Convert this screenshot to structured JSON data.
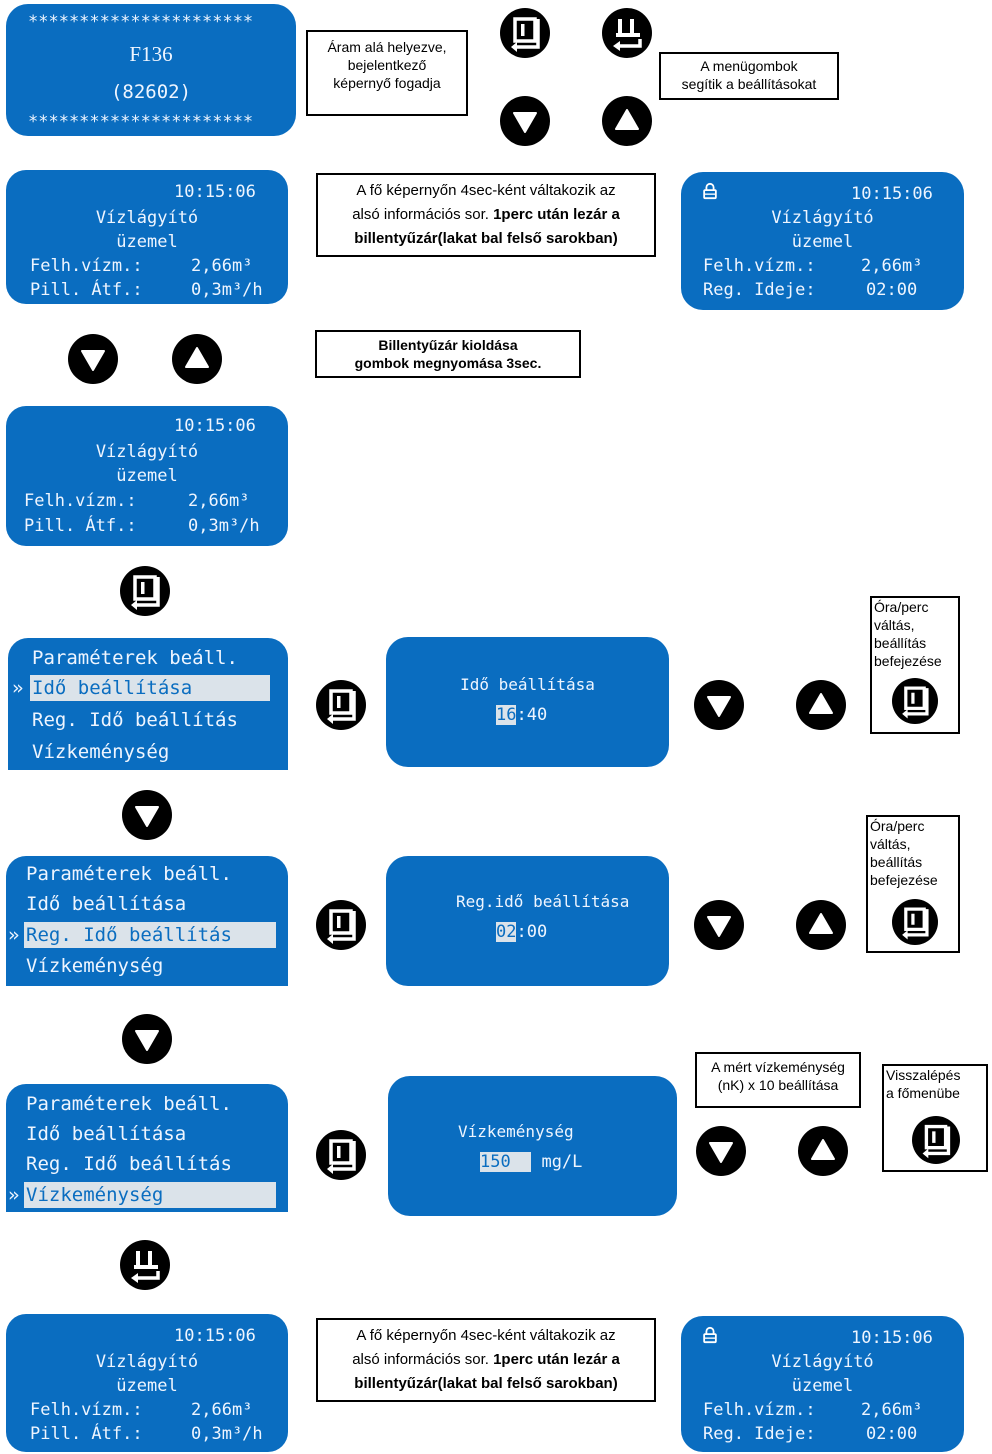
{
  "splash": {
    "stars": "**********************",
    "model": "F136",
    "code": "(82602)"
  },
  "notes": {
    "power_on": [
      "Áram alá helyezve,",
      "bejelentkező",
      "képernyő fogadja"
    ],
    "menu_buttons": [
      "A menügombok",
      "segítik a beállításokat"
    ],
    "lock_info": {
      "line1": "A fő képernyőn 4sec-ként váltakozik az",
      "line2a": "alsó információs sor. ",
      "line2b": "1perc után lezár a",
      "line3": "billentyűzár(lakat bal felső sarokban)"
    },
    "unlock": [
      "Billentyűzár kioldása",
      "gombok megnyomása 3sec."
    ],
    "hour_minute": [
      "Óra/perc",
      "váltás,",
      "beállítás",
      "befejezése"
    ],
    "hardness_note": [
      "A mért vízkeménység",
      "(nK) x 10 beállítása"
    ],
    "back": [
      "Visszalépés",
      "a főmenübe"
    ]
  },
  "main_screen": {
    "time": "10:15:06",
    "title": "Vízlágyító",
    "status": "üzemel",
    "usage_label": "Felh.vízm.:",
    "usage_value": "2,66m³",
    "flow_label": "Pill. Átf.:",
    "flow_value": "0,3m³/h",
    "regen_label": "Reg. Ideje:",
    "regen_value": "02:00"
  },
  "menu": {
    "title": "Paraméterek beáll.",
    "items": [
      "Idő beállítása",
      "Reg. Idő beállítás",
      "Vízkeménység"
    ],
    "cursor": "»"
  },
  "settings": {
    "time": {
      "title": "Idő beállítása",
      "hh": "16",
      "mm": ":40"
    },
    "regen": {
      "title": "Reg.idő beállítása",
      "hh": "02",
      "mm": ":00"
    },
    "hardness": {
      "title": "Vízkeménység",
      "value": "150",
      "unit": "mg/L"
    }
  },
  "icons": [
    "enter-icon",
    "exit-icon",
    "down-arrow-icon",
    "up-arrow-icon",
    "lock-icon"
  ]
}
